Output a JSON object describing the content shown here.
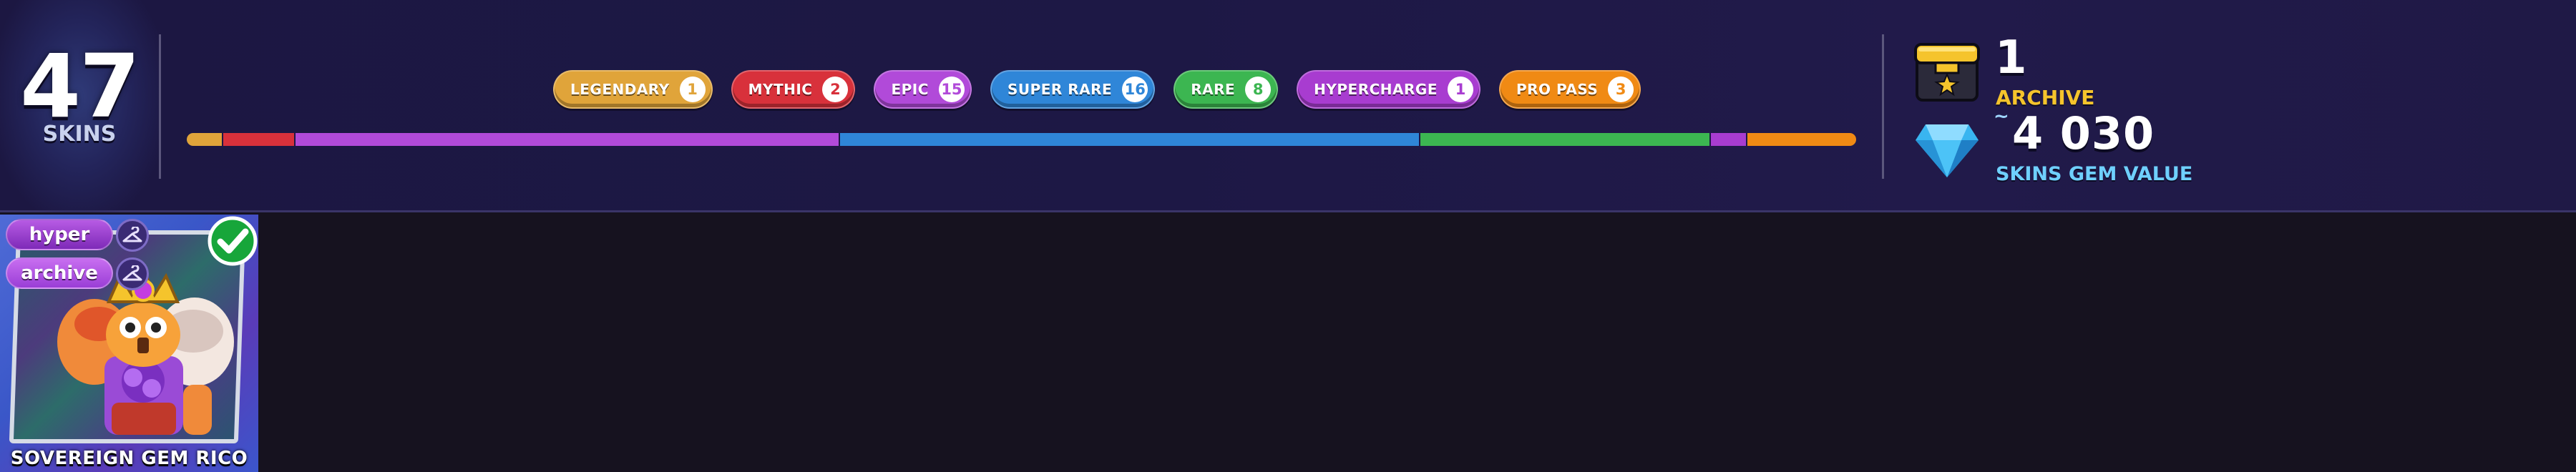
{
  "summary": {
    "count": "47",
    "count_label": "SKINS"
  },
  "rarities": [
    {
      "label": "LEGENDARY",
      "count": "1",
      "color": "#e0a43a",
      "fraction": 1
    },
    {
      "label": "MYTHIC",
      "count": "2",
      "color": "#d8313b",
      "fraction": 2
    },
    {
      "label": "EPIC",
      "count": "15",
      "color": "#b14ad9",
      "fraction": 15
    },
    {
      "label": "SUPER RARE",
      "count": "16",
      "color": "#2f86d8",
      "fraction": 16
    },
    {
      "label": "RARE",
      "count": "8",
      "color": "#3cb651",
      "fraction": 8
    },
    {
      "label": "HYPERCHARGE",
      "count": "1",
      "color": "#a83cd0",
      "fraction": 1
    },
    {
      "label": "PRO PASS",
      "count": "3",
      "color": "#f08a14",
      "fraction": 3
    }
  ],
  "stats": {
    "archive_count": "1",
    "archive_label": "ARCHIVE",
    "approx_symbol": "~",
    "gem_value": "4 030",
    "gem_label": "SKINS GEM VALUE"
  },
  "cards": [
    {
      "name": "SOVEREIGN GEM RICO",
      "tags": [
        {
          "label": "hyper",
          "color": "#a13fcf",
          "icon": "hanger-icon"
        },
        {
          "label": "archive",
          "color": "#b455e0",
          "icon": "hanger-icon"
        }
      ],
      "owned": true
    }
  ]
}
